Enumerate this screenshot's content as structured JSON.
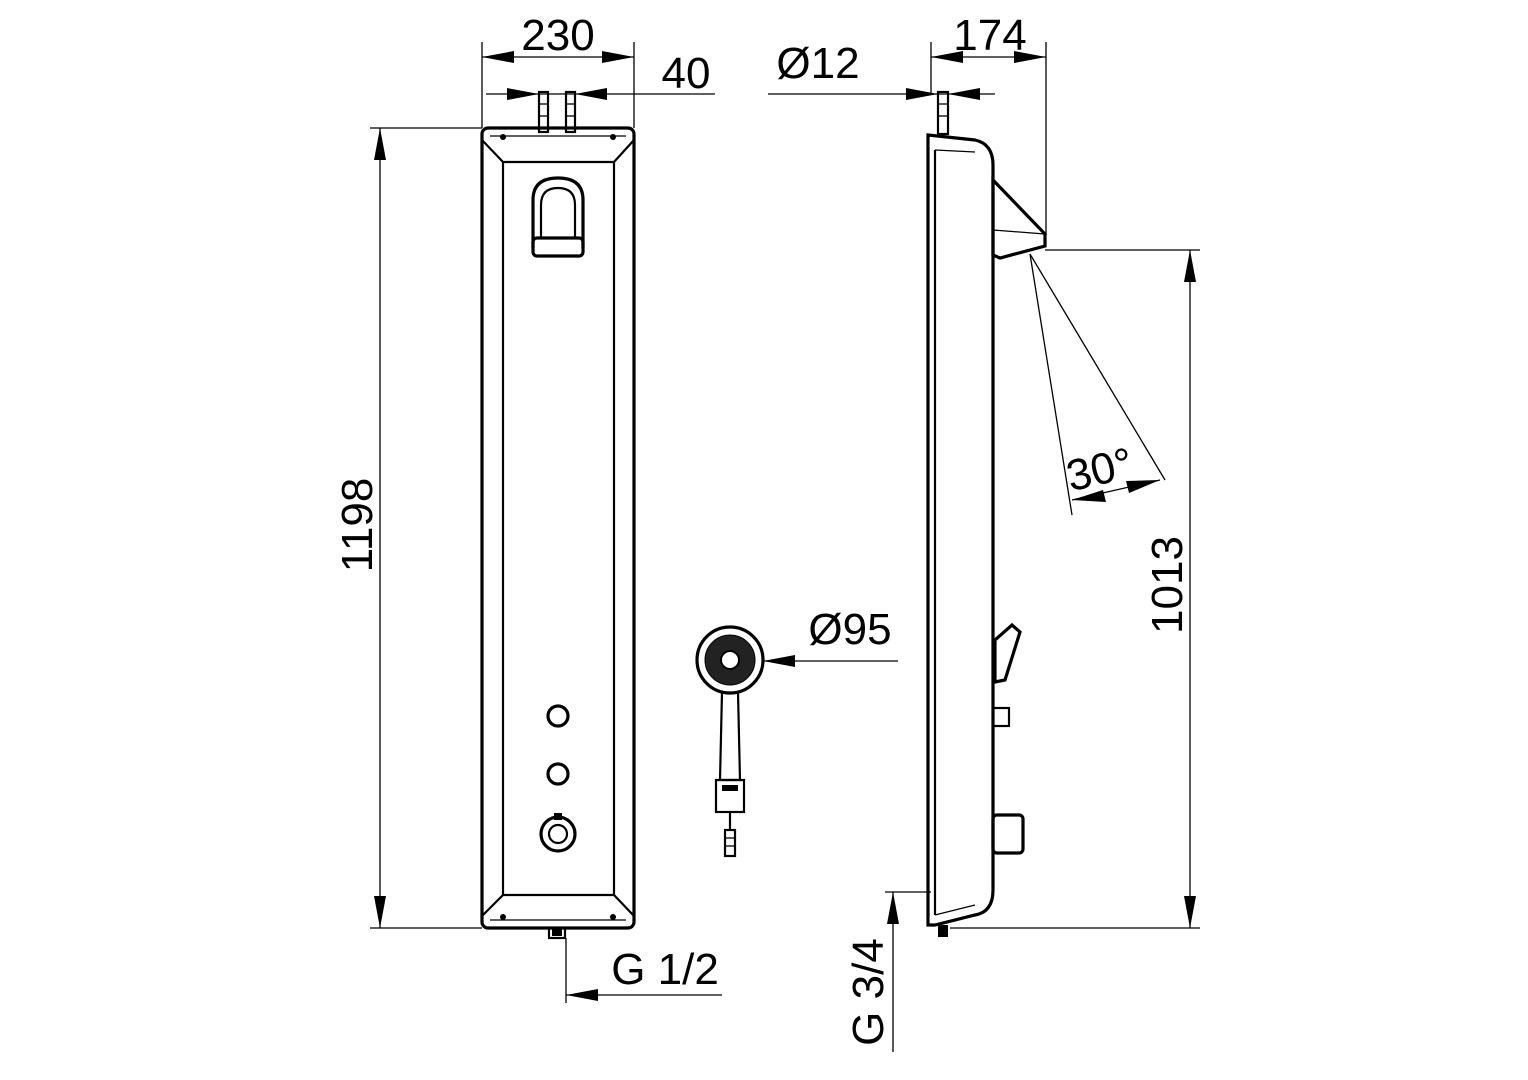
{
  "diagram": {
    "dimensions": {
      "front_width": "230",
      "pipe_spacing": "40",
      "pipe_diameter": "Ø12",
      "side_depth": "174",
      "height_total": "1198",
      "height_outlet": "1013",
      "spray_angle": "30°",
      "handshower_diameter": "Ø95",
      "bottom_connection": "G 1/2",
      "side_connection": "G 3/4"
    },
    "colors": {
      "line": "#000000",
      "background": "#ffffff"
    }
  }
}
